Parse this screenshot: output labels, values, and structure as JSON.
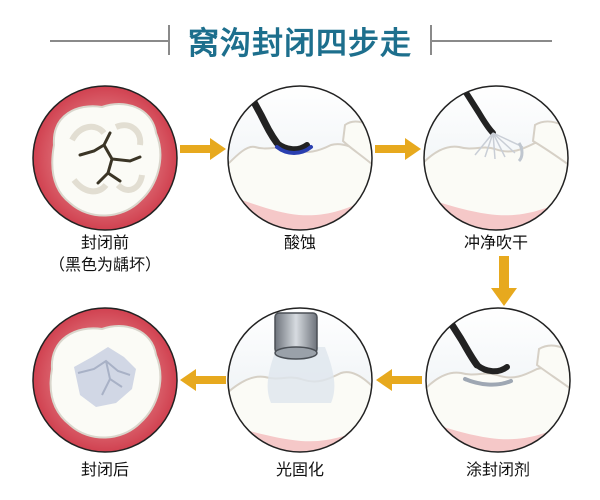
{
  "title": "窝沟封闭四步走",
  "steps": [
    {
      "label": "封闭前",
      "note": "（黑色为龋坏）",
      "icon": "tooth-caries-icon"
    },
    {
      "label": "酸蚀",
      "icon": "acid-etch-icon"
    },
    {
      "label": "冲净吹干",
      "icon": "rinse-dry-icon"
    },
    {
      "label": "涂封闭剂",
      "icon": "apply-sealant-icon"
    },
    {
      "label": "光固化",
      "icon": "light-cure-icon"
    },
    {
      "label": "封闭后",
      "icon": "sealed-tooth-icon"
    }
  ],
  "colors": {
    "title": "#1d6f8d",
    "arrow": "#e7a91e",
    "gum": "#d93a45",
    "tooth": "#fbfbf6"
  }
}
